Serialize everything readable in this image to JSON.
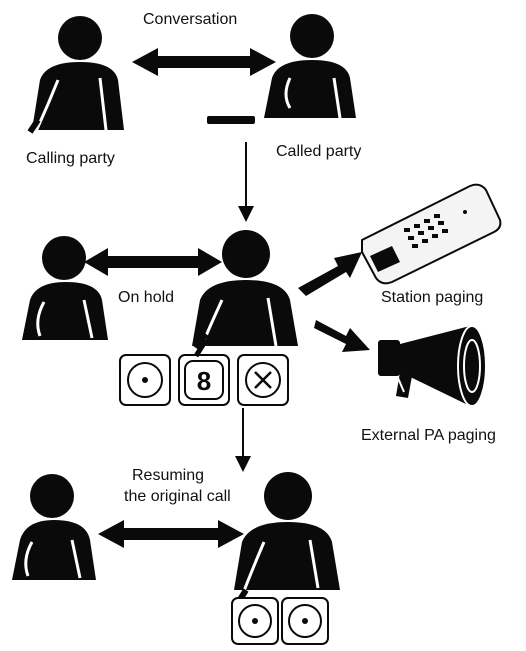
{
  "labels": {
    "conversation": "Conversation",
    "calling_party": "Calling party",
    "called_party": "Called party",
    "on_hold": "On hold",
    "station_paging": "Station paging",
    "external_pa_paging": "External PA paging",
    "resuming_line1": "Resuming",
    "resuming_line2": "the original call"
  },
  "keys": {
    "hold_sequence": [
      "dot",
      "8",
      "x"
    ],
    "resume_sequence": [
      "dot",
      "dot"
    ],
    "digit_8": "8"
  },
  "colors": {
    "ink": "#0a0a0a",
    "paper": "#ffffff",
    "device": "#f4f4f4"
  }
}
